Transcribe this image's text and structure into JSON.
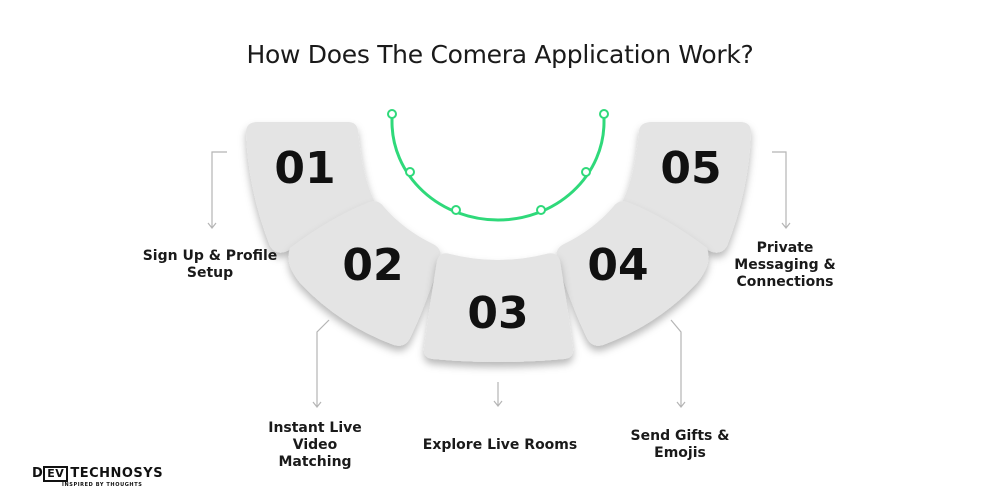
{
  "title": "How Does The Comera Application Work?",
  "steps": [
    {
      "number": "01",
      "label": "Sign Up & Profile\nSetup"
    },
    {
      "number": "02",
      "label": "Instant Live\nVideo\nMatching"
    },
    {
      "number": "03",
      "label": "Explore Live Rooms"
    },
    {
      "number": "04",
      "label": "Send Gifts &\nEmojis"
    },
    {
      "number": "05",
      "label": "Private\nMessaging &\nConnections"
    }
  ],
  "logo": {
    "main_left": "D",
    "main_box": "EV",
    "main_right": "TECHNOSYS",
    "tagline": "INSPIRED BY THOUGHTS"
  },
  "colors": {
    "accent": "#2fd97a",
    "card": "#e4e4e4",
    "text": "#1a1a1a",
    "connector": "#b5b5b5"
  }
}
